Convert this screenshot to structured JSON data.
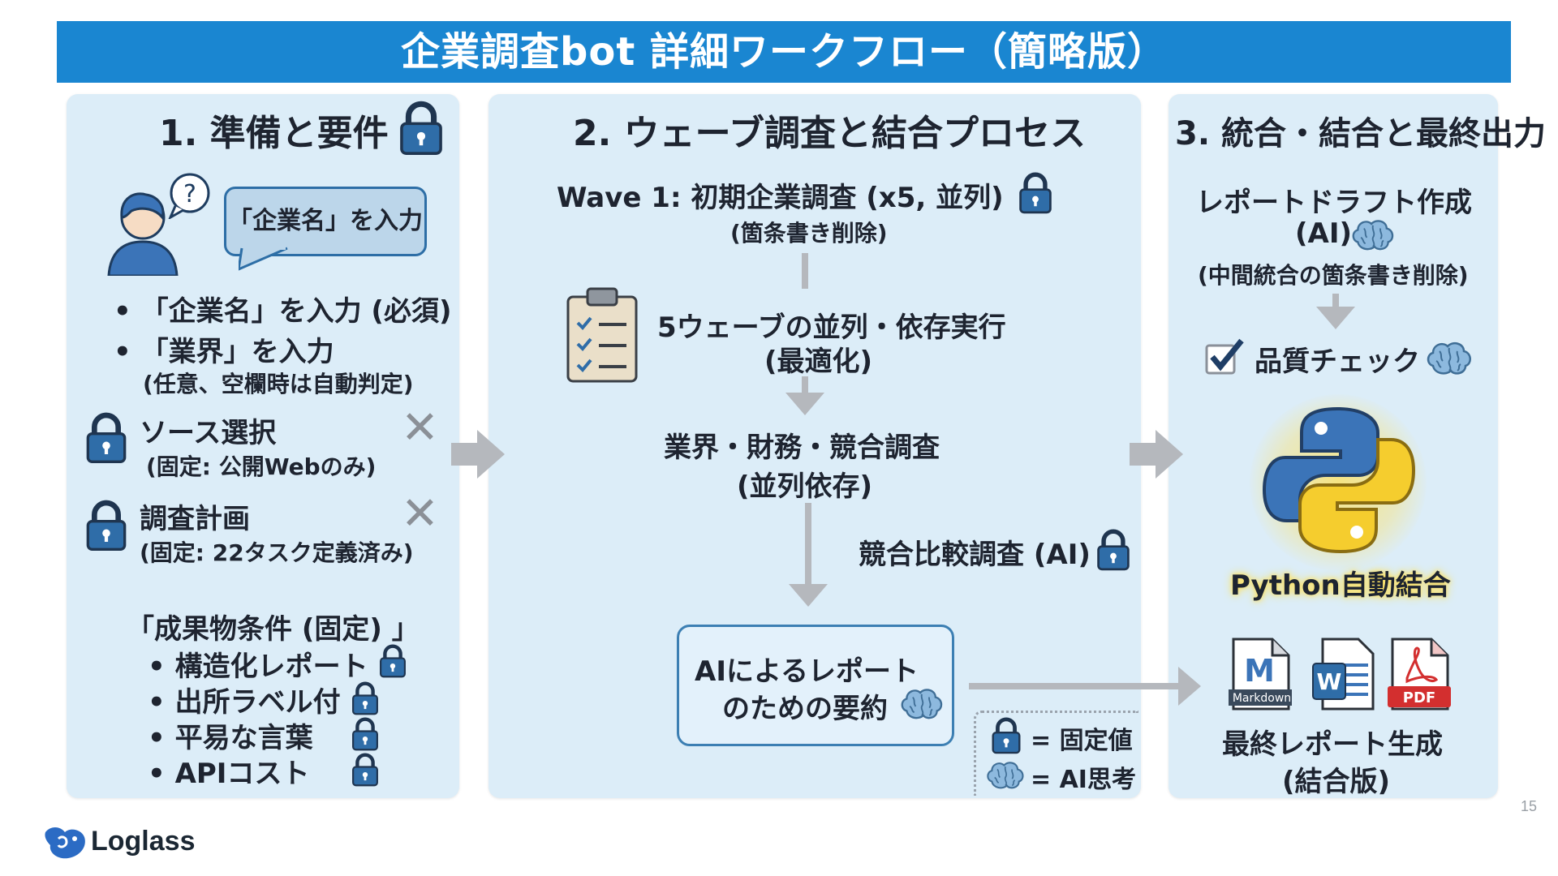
{
  "title": "企業調査bot 詳細ワークフロー（簡略版）",
  "panel1": {
    "heading": "1. 準備と要件",
    "bubble": "「企業名」を入力",
    "bullet1": "「企業名」を入力 (必須)",
    "bullet2": "「業界」を入力",
    "bullet2_sub": "(任意、空欄時は自動判定)",
    "source_title": "ソース選択",
    "source_sub": "(固定: 公開Webのみ)",
    "plan_title": "調査計画",
    "plan_sub": "(固定: 22タスク定義済み)",
    "deliverables_title": "「成果物条件 (固定) 」",
    "deliverables": [
      "構造化レポート",
      "出所ラベル付",
      "平易な言葉",
      "APIコスト"
    ]
  },
  "panel2": {
    "heading": "2. ウェーブ調査と結合プロセス",
    "wave1": "Wave 1: 初期企業調査 (x5, 並列)",
    "wave1_sub": "(箇条書き削除)",
    "parallel": "5ウェーブの並列・依存実行",
    "parallel_sub": "(最適化)",
    "industry": "業界・財務・競合調査",
    "industry_sub": "(並列依存)",
    "compare": "競合比較調査 (AI)",
    "summary_line1": "AIによるレポート",
    "summary_line2": "のための要約"
  },
  "legend": {
    "fixed": "= 固定値",
    "ai": "= AI思考"
  },
  "panel3": {
    "heading": "3. 統合・結合と最終出力",
    "draft_line1": "レポートドラフト作成",
    "draft_line2": "(AI)",
    "draft_sub": "(中間統合の箇条書き削除)",
    "quality": "品質チェック",
    "python": "Python自動結合",
    "final_line1": "最終レポート生成",
    "final_line2": "(結合版)"
  },
  "file_icons": {
    "markdown_letter": "M",
    "markdown_label": "Markdown",
    "word_letter": "W",
    "pdf_label": "PDF"
  },
  "footer": {
    "logo": "Loglass",
    "page_number": "15"
  },
  "colors": {
    "title_bar": "#1a86d1",
    "panel_bg": "#dcedf8",
    "lock_blue": "#2f6da8",
    "arrow_gray": "#b5b8bd",
    "python_blue": "#3b74b8",
    "python_yellow": "#f5cd2e"
  },
  "icons": [
    "lock-icon",
    "brain-icon",
    "user-icon",
    "question-icon",
    "clipboard-icon",
    "checkbox-icon",
    "python-logo",
    "markdown-file-icon",
    "word-file-icon",
    "pdf-file-icon",
    "x-mark-icon",
    "arrow-icon"
  ]
}
